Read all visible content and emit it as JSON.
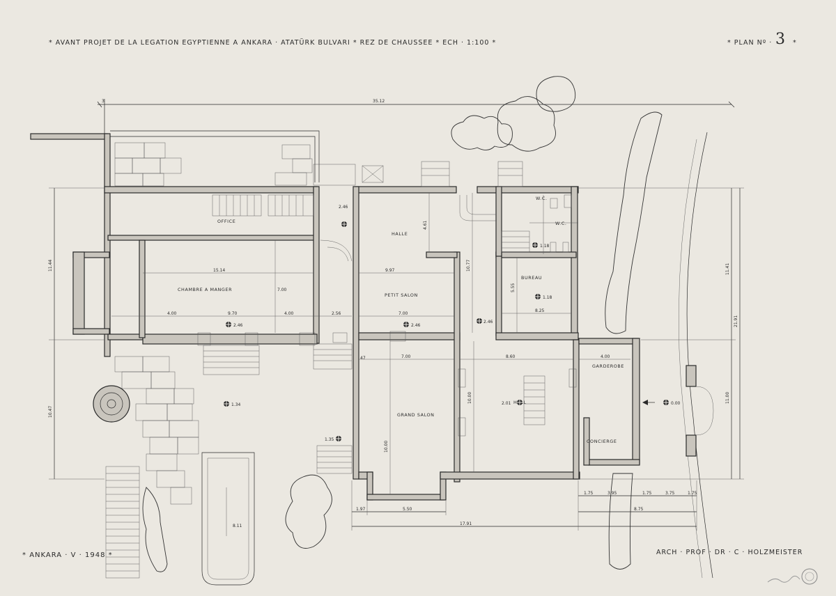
{
  "header": {
    "title": "AVANT PROJET DE LA LEGATION EGYPTIENNE A ANKARA · ATATÜRK BULVARI",
    "level": "REZ DE CHAUSSEE",
    "scale": "ECH · 1:100",
    "plan_label": "PLAN Nº ·",
    "plan_number": "3"
  },
  "footer": {
    "place_date": "ANKARA · V · 1948",
    "architect": "ARCH · PROF · DR · C · HOLZMEISTER"
  },
  "rooms": {
    "office": "OFFICE",
    "halle": "HALLE",
    "salle_a_manger": "CHAMBRE A MANGER",
    "petit_salon": "PETIT SALON",
    "bureau": "BUREAU",
    "wc1": "W.C.",
    "wc2": "W.C.",
    "garderobe": "GARDEROBE",
    "grand_salon": "GRAND SALON",
    "hall": "HALL",
    "concierge": "CONCIERGE"
  },
  "levels": {
    "office": "2.46",
    "dining": "2.46",
    "petit_salon": "2.46",
    "hall_step": "2.46",
    "bureau": "1.18",
    "wc": "1.18",
    "terrace": "1.34",
    "garden": "1.35",
    "hall": "2.01",
    "entrance": "0.00"
  },
  "dimensions": {
    "top_total": "35.12",
    "top_offset": "3",
    "left_upper": "11.44",
    "left_lower": "10.47",
    "right_upper": "11.41",
    "right_total": "21.91",
    "right_lower": "11.00",
    "bottom_total": "17.91",
    "bottom_left": "1.97",
    "bottom_mid": "5.50",
    "bottom_right": "8.75",
    "pool": "8.11",
    "dining_len": "15.14",
    "dining_w": "7.00",
    "petit_salon_len": "9.97",
    "petit_salon_w": "7.00",
    "grand_salon_w": "7.00",
    "grand_salon_len": "10.00",
    "hall_w": "8.60",
    "hall_len": "10.00",
    "halle_h": "4.61",
    "bureau_w": "8.25",
    "bureau_h": "5.55",
    "corridor": "10.77",
    "span_400a": "4.00",
    "span_970": "9.70",
    "span_400b": "4.00",
    "span_256": "2.56",
    "wall_47": "47",
    "garderobe_w": "4.00",
    "seg_175a": "1.75",
    "seg_395": "3.95",
    "seg_175b": "1.75",
    "seg_375": "3.75",
    "seg_175c": "1.75"
  }
}
